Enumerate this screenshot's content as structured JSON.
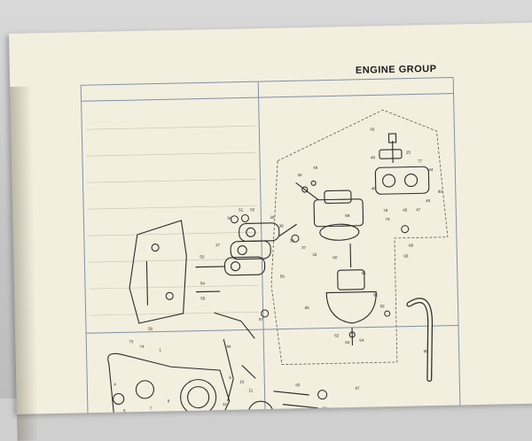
{
  "header": {
    "group_title": "ENGINE GROUP"
  },
  "colors": {
    "paper": "#f3efdf",
    "frame_line": "#7d8fa8",
    "ink": "#2a2a2a"
  },
  "diagram": {
    "callouts": [
      "43",
      "48",
      "25",
      "77",
      "44",
      "46",
      "45",
      "47",
      "48",
      "78",
      "79",
      "80",
      "49",
      "40",
      "39",
      "38",
      "36",
      "37",
      "33",
      "81",
      "82",
      "65",
      "66",
      "85",
      "88",
      "27",
      "84",
      "73",
      "74",
      "1",
      "4",
      "5",
      "6",
      "7",
      "8",
      "9",
      "10",
      "11",
      "12",
      "50",
      "51",
      "52",
      "53",
      "54",
      "55",
      "56",
      "57",
      "58",
      "59",
      "60",
      "61",
      "62",
      "63",
      "64",
      "83",
      "86",
      "87"
    ]
  }
}
